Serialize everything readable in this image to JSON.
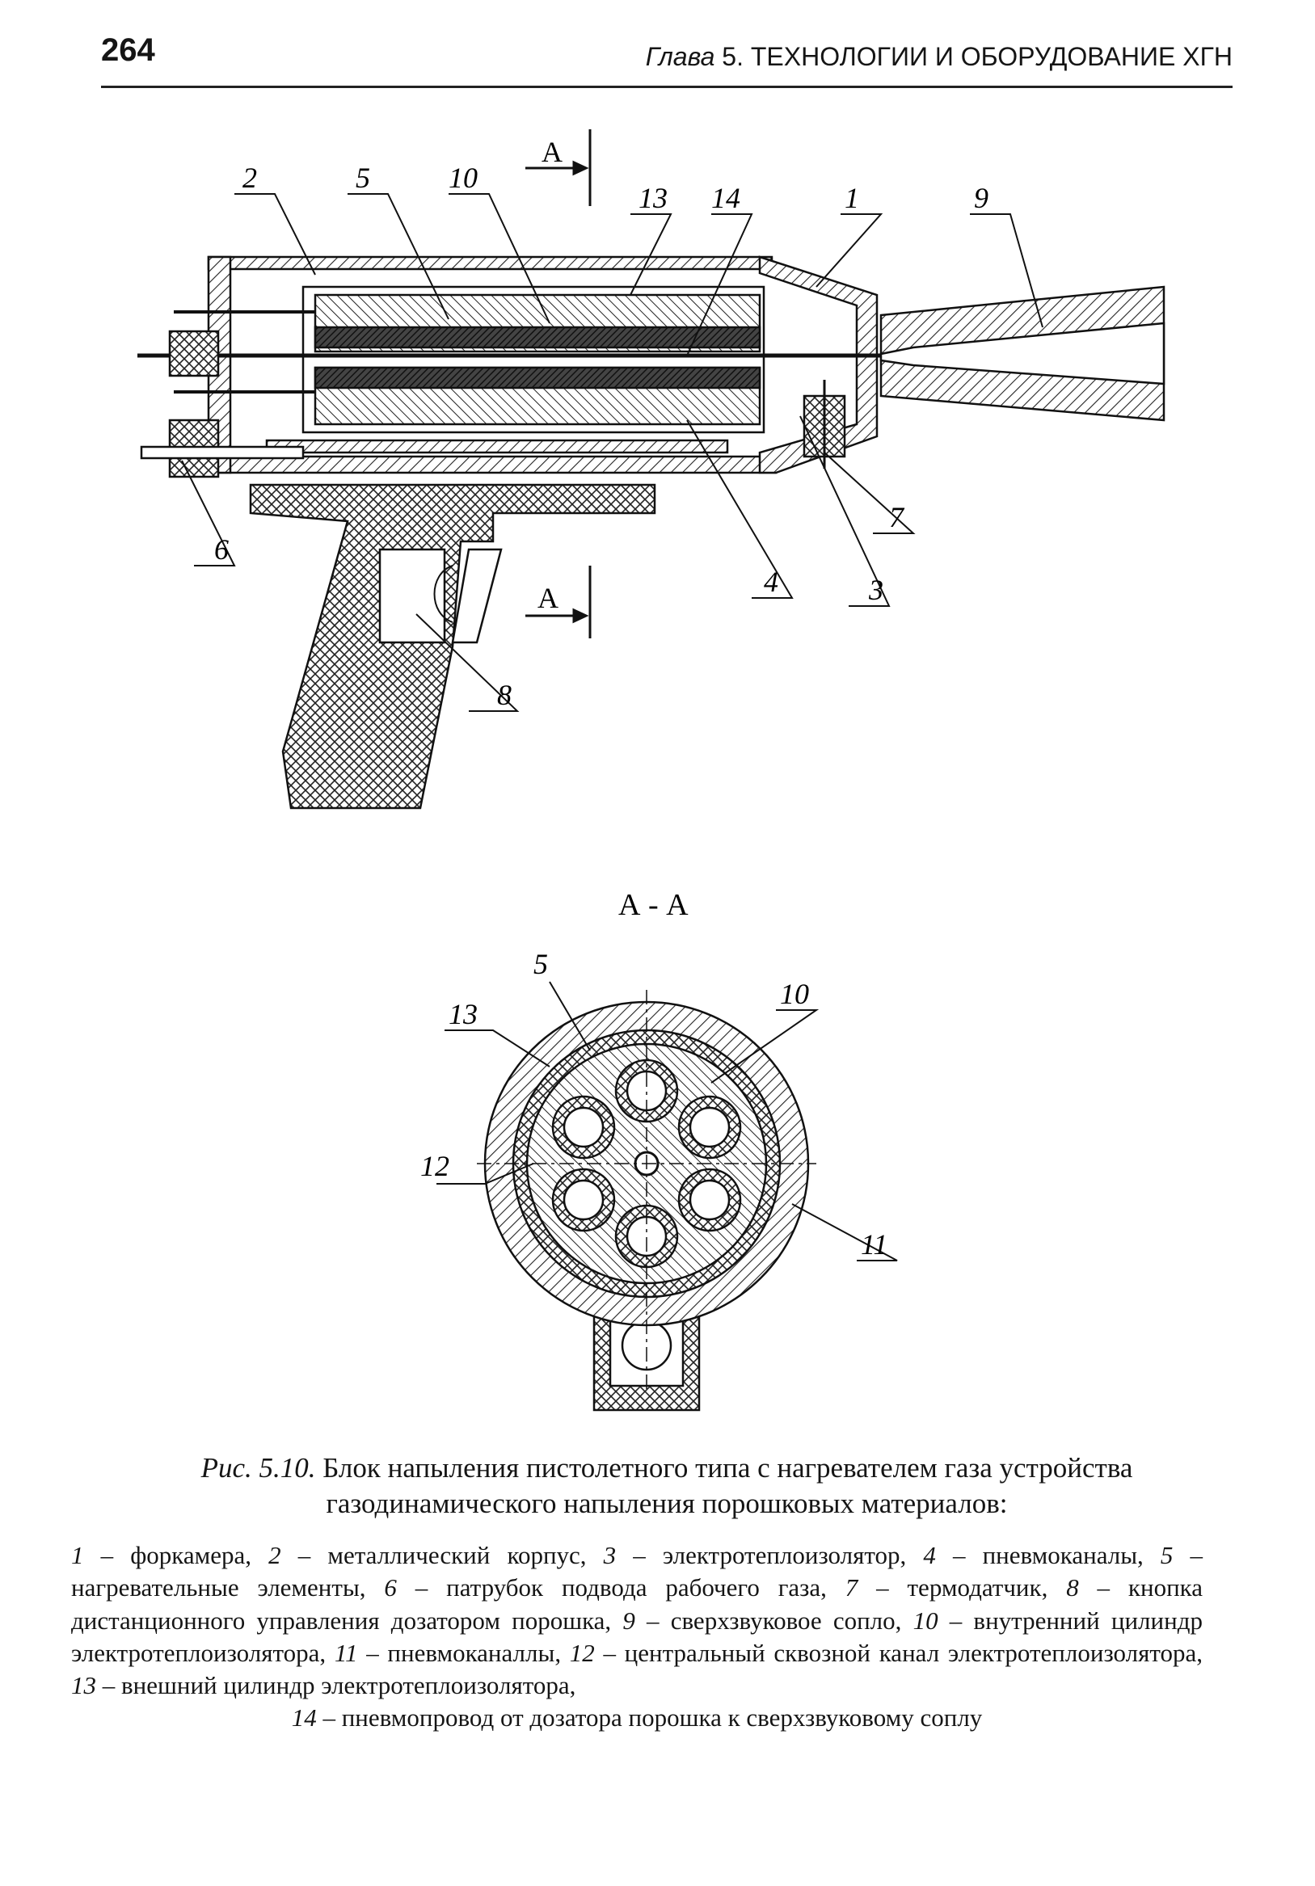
{
  "header": {
    "page_number": "264",
    "chapter_prefix": "Глава",
    "chapter_title": "5. ТЕХНОЛОГИИ И ОБОРУДОВАНИЕ ХГН"
  },
  "figure": {
    "section_marker": "A",
    "section_title": "А - А",
    "callouts_main": [
      "2",
      "5",
      "10",
      "13",
      "14",
      "1",
      "9",
      "6",
      "8",
      "4",
      "3",
      "7"
    ],
    "callouts_section": [
      "5",
      "13",
      "10",
      "12",
      "11"
    ]
  },
  "caption": {
    "label": "Рис. 5.10.",
    "text": "Блок напыления пистолетного типа с нагревателем газа устройства газодинамического напыления порошковых материалов:"
  },
  "legend": [
    {
      "n": "1",
      "t": " – форкамера, "
    },
    {
      "n": "2",
      "t": " – металлический корпус, "
    },
    {
      "n": "3",
      "t": " – электротеплоизолятор, "
    },
    {
      "n": "4",
      "t": " – пневмоканалы, "
    },
    {
      "n": "5",
      "t": " – нагревательные элементы, "
    },
    {
      "n": "6",
      "t": " – патрубок подвода рабочего газа, "
    },
    {
      "n": "7",
      "t": " – термодатчик, "
    },
    {
      "n": "8",
      "t": " – кнопка дистанционного управления дозатором порошка, "
    },
    {
      "n": "9",
      "t": " – сверхзвуковое сопло, "
    },
    {
      "n": "10",
      "t": " – внутренний цилиндр электротеплоизолятора, "
    },
    {
      "n": "11",
      "t": " – пневмоканаллы, "
    },
    {
      "n": "12",
      "t": " – центральный сквозной канал электротеплоизолятора, "
    },
    {
      "n": "13",
      "t": " – внешний цилиндр электротеплоизолятора, "
    },
    {
      "n": "14",
      "t": " – пневмопровод от дозатора порошка к сверхзвуковому соплу"
    }
  ]
}
